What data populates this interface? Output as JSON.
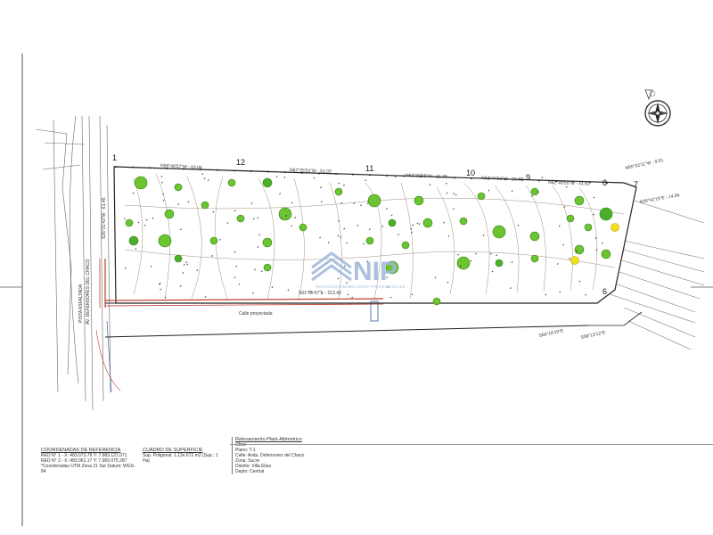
{
  "watermark": {
    "brand": "NIP",
    "tagline": "NEGOCIOS INMOBILIARIOS PROFESIONALES"
  },
  "plan": {
    "vertex_labels": [
      "1",
      "12",
      "11",
      "10",
      "9",
      "8",
      "7",
      "6"
    ],
    "bearings": {
      "top_1": "N59°49'57\"W - 63.06",
      "top_2": "N67°35'51\"W - 51.03",
      "top_3": "N63°39'58\"W - 41.38",
      "top_4": "N67°47'31\"W - 21.60",
      "top_5": "N62°48'55\"W - 41.62",
      "right_1": "N55°32'11\"W - 9.51",
      "right_2": "N36°42'15\"E - 14.56",
      "bottom_1": "S61°05'47\"E - 212.43",
      "bottom_right_1": "S66°16'19\"E",
      "bottom_right_2": "S58°13'12\"E",
      "left_1": "S26°31'43\"W - 61.45"
    },
    "road_label": "Calle proyectada",
    "left_road_label": "PISTA ASFALTADA",
    "left_road_label_2": "AV. DEFENSORES DEL CHACO"
  },
  "title_blocks": {
    "coords": {
      "heading": "COORDENADAS DE REFERENCIA",
      "line1": "RED N° 1 - X: 483.073.79  Y: 7.983.121.071",
      "line2": "RED N° 2 - X: 483.061.17  Y: 7.983.075.287",
      "line3": "*Coordenadas UTM Zona 21 Sur  Datum: WGS-84"
    },
    "surface": {
      "heading": "CUADRO DE SUPERFICIE",
      "line1": "Sup. Poligonal: 1.12e.672 m2 (Sup.: 1 Ha)"
    },
    "project": {
      "heading": "Relevamiento Plani-Altimetrico",
      "line1": "Obra:",
      "line2": "Plano: T-1",
      "line3": "Calle: Avda. Defensores del Chaco",
      "line4": "Zona: Sucre",
      "line5": "Distrito: Villa Elisa",
      "line6": "Depto: Central"
    }
  }
}
